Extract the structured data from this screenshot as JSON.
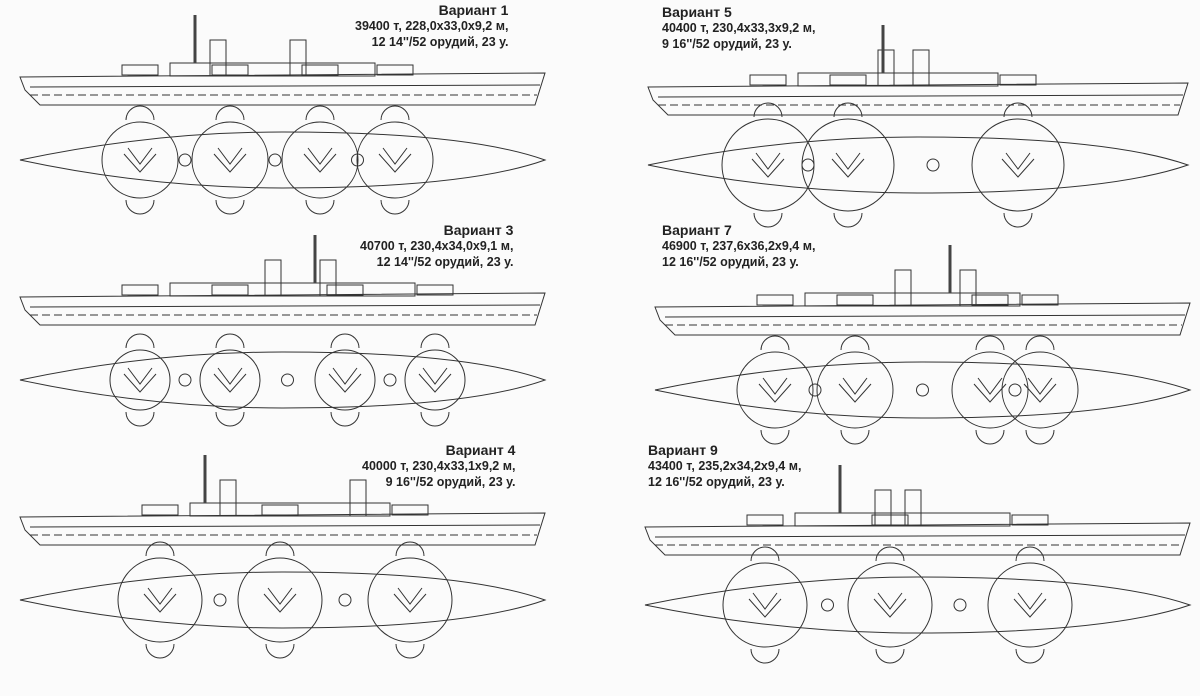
{
  "variants": [
    {
      "title": "Вариант 1",
      "specs": "39400 т, 228,0x33,0x9,2 м,",
      "armament": "12 14''/52 орудий, 23 у."
    },
    {
      "title": "Вариант 5",
      "specs": "40400 т, 230,4x33,3x9,2 м,",
      "armament": "9 16''/52 орудий, 23 у."
    },
    {
      "title": "Вариант  3",
      "specs": "40700 т, 230,4x34,0x9,1 м,",
      "armament": "12 14''/52 орудий, 23 у."
    },
    {
      "title": "Вариант 7",
      "specs": "46900 т, 237,6x36,2x9,4 м,",
      "armament": "12 16''/52 орудий, 23 у."
    },
    {
      "title": "Вариант 4",
      "specs": "40000 т, 230,4x33,1x9,2 м,",
      "armament": "9 16''/52 орудий, 23 у."
    },
    {
      "title": "Вариант 9",
      "specs": "43400 т, 235,2x34,2x9,4 м,",
      "armament": "12 16''/52 орудий, 23 у."
    }
  ]
}
